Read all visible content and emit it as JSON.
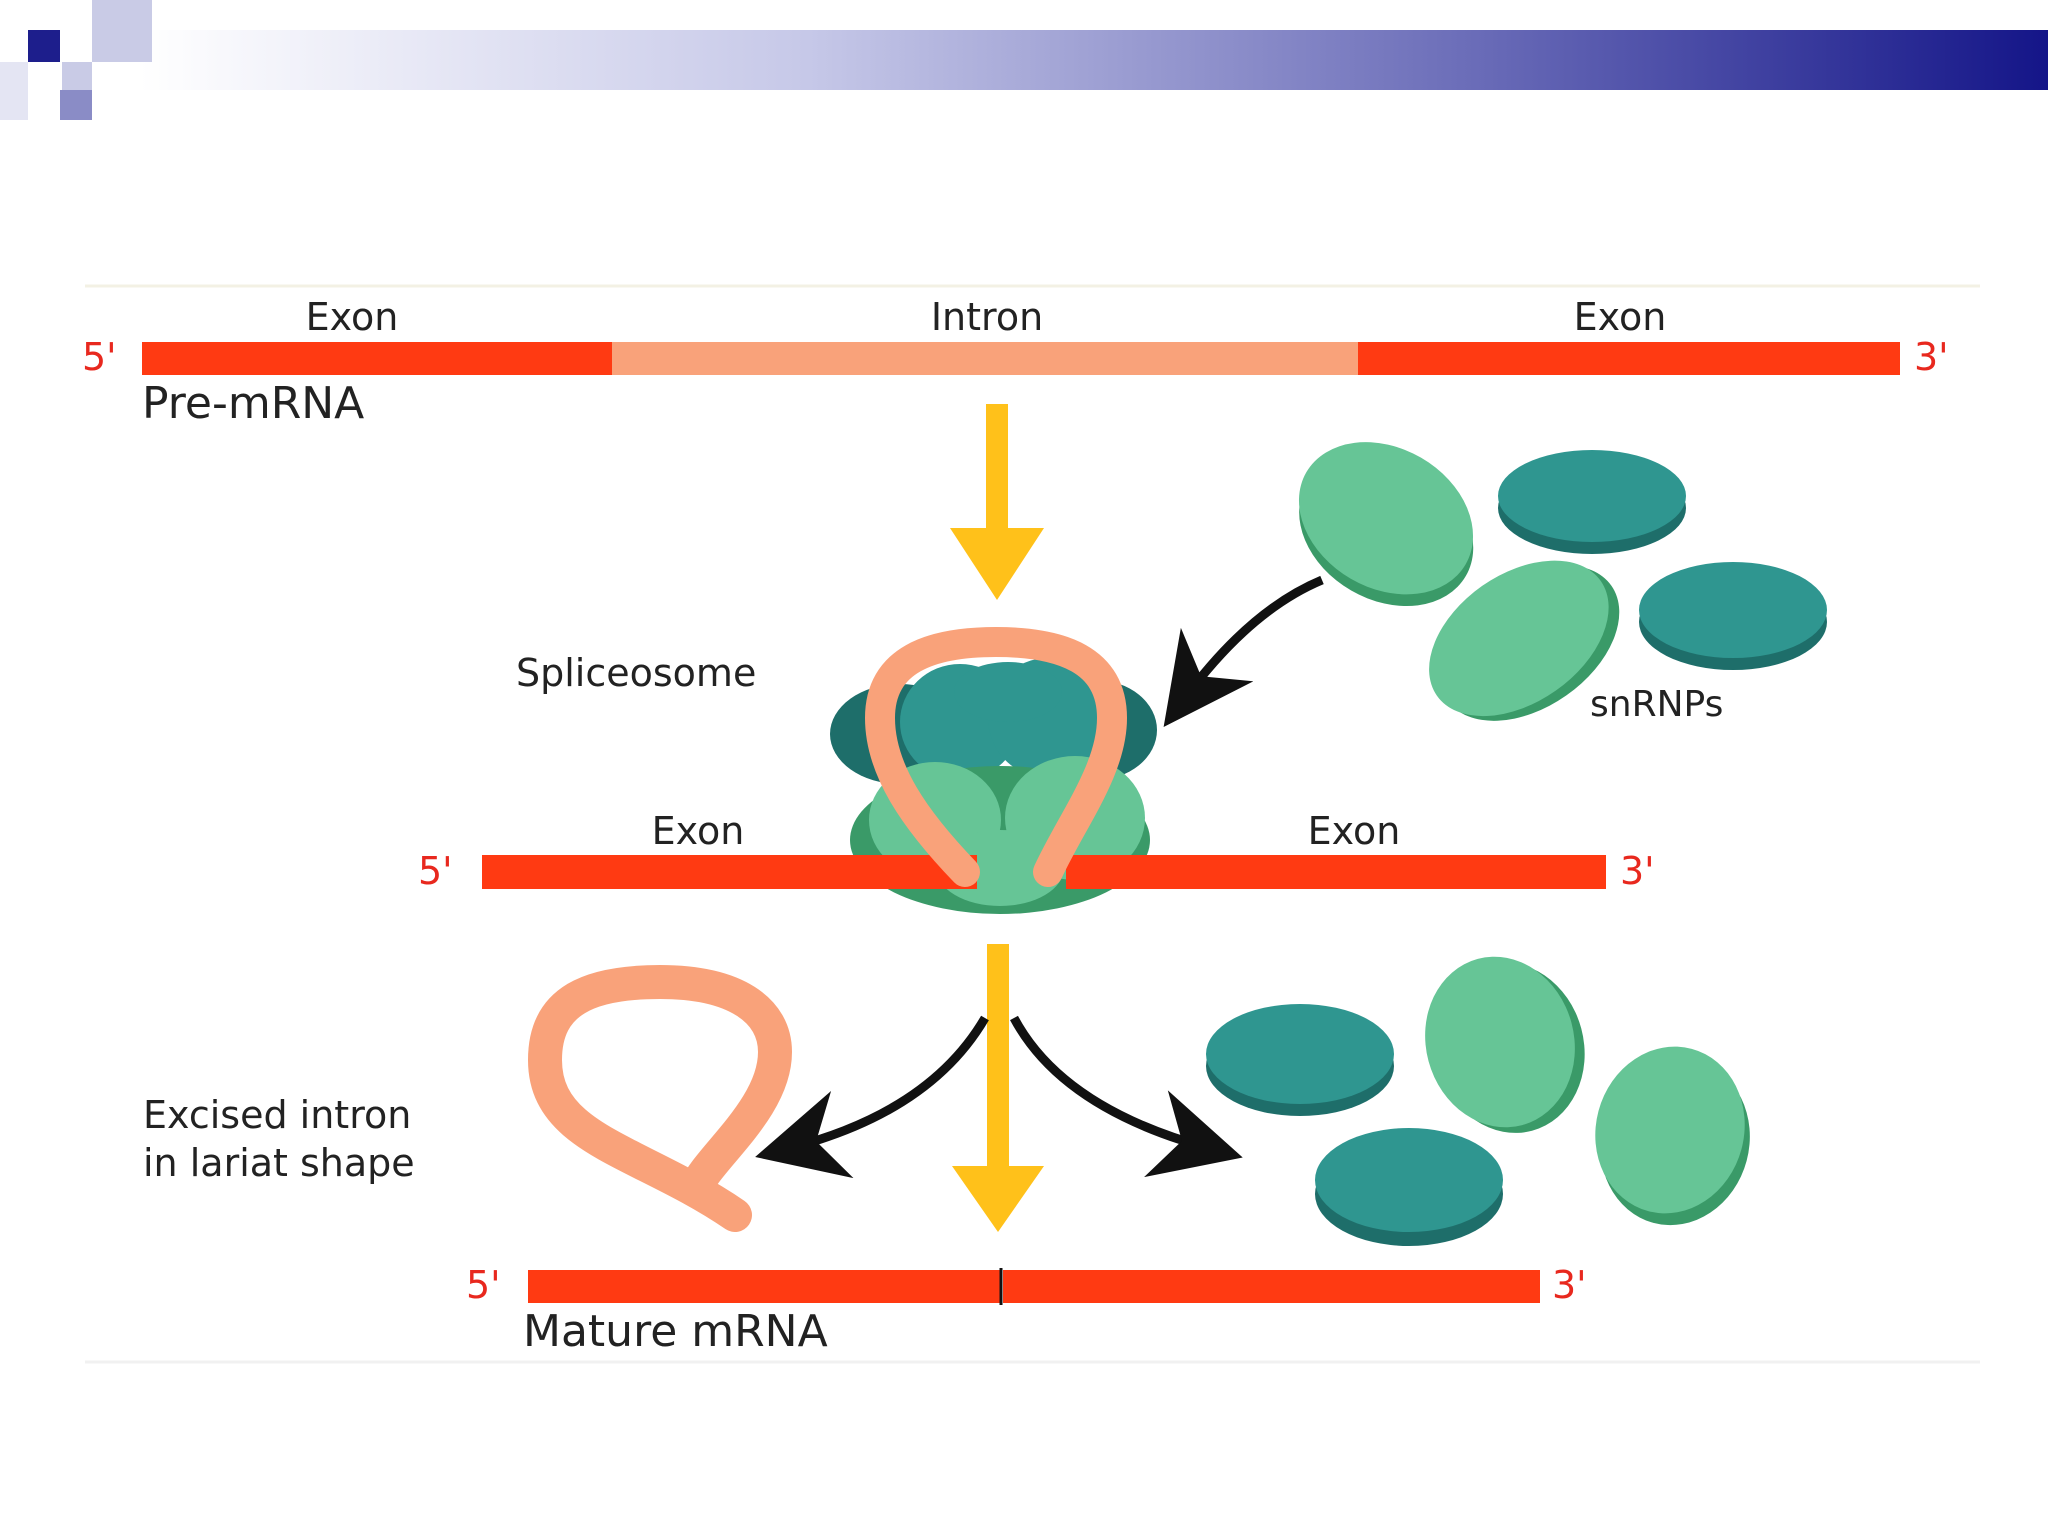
{
  "premrna": {
    "exon_left": "Exon",
    "intron": "Intron",
    "exon_right": "Exon",
    "five_prime": "5'",
    "three_prime": "3'",
    "label": "Pre-mRNA"
  },
  "splicing": {
    "spliceosome_label": "Spliceosome",
    "snrnps_label": "snRNPs",
    "exon_left": "Exon",
    "exon_right": "Exon",
    "five_prime": "5'",
    "three_prime": "3'"
  },
  "products": {
    "excised_line1": "Excised intron",
    "excised_line2": "in lariat shape",
    "five_prime": "5'",
    "three_prime": "3'",
    "mature_label": "Mature mRNA"
  },
  "colors": {
    "exon": "#ff3a12",
    "intron": "#f9a27a",
    "label_red": "#e8281e",
    "arrow_yellow": "#ffc11a",
    "snrnp_light": "#66c596",
    "snrnp_dark": "#2f9690",
    "header_dark": "#1d1e8c"
  }
}
